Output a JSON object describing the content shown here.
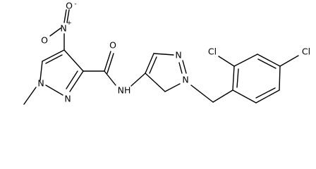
{
  "structure": {
    "atoms": {
      "nitro_n": "N",
      "nitro_n_charge": "+",
      "nitro_o_top": "O",
      "nitro_o_top_charge": "-",
      "nitro_o_left": "O",
      "amide_o": "O",
      "pyrazole1_n_methyl": "N",
      "pyrazole1_n2": "N",
      "amide_nh": "NH",
      "pyrazole2_n_top": "N",
      "pyrazole2_n_benzyl": "N",
      "cl_ortho": "Cl",
      "cl_para": "Cl"
    }
  }
}
